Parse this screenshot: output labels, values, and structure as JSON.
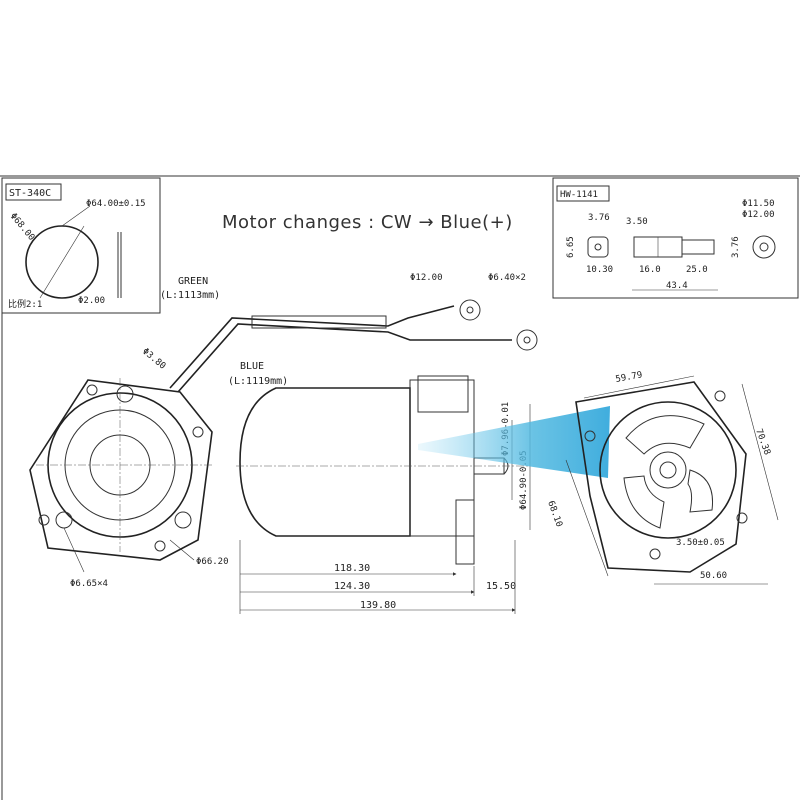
{
  "title": "Motor changes : CW → Blue(+)",
  "panels": {
    "left_box_label": "ST-340C",
    "right_box_label": "HW-1141"
  },
  "st340c": {
    "dia_outer": "Φ64.00±0.15",
    "dia_68": "Φ68.00",
    "ratio": "比例2:1",
    "dia_2": "Φ2.00"
  },
  "hw1141": {
    "d376a": "3.76",
    "d665": "6.65",
    "d1030": "10.30",
    "d350": "3.50",
    "d160": "16.0",
    "d250": "25.0",
    "d434": "43.4",
    "d1150": "Φ11.50",
    "d1200": "Φ12.00",
    "d376b": "3.76"
  },
  "wires": {
    "green_name": "GREEN",
    "green_len": "(L:1113mm)",
    "blue_name": "BLUE",
    "blue_len": "(L:1119mm)",
    "ring_dia": "Φ12.00",
    "hole_dia": "Φ6.40×2",
    "dia_380": "Φ3.80"
  },
  "front_view": {
    "hole": "Φ6.65×4",
    "pcd": "Φ66.20"
  },
  "side_view": {
    "shaft": "Φ7.96-0.01",
    "pilot": "Φ64.90-0.05",
    "len1": "118.30",
    "len2": "124.30",
    "len3": "15.50",
    "total": "139.80"
  },
  "rear_view": {
    "d5979": "59.79",
    "d7038": "70.38",
    "d6810": "68.10",
    "d350": "3.50±0.05",
    "d5060": "50.60"
  },
  "colors": {
    "line": "#333333",
    "highlight": "#4fb8e0"
  }
}
